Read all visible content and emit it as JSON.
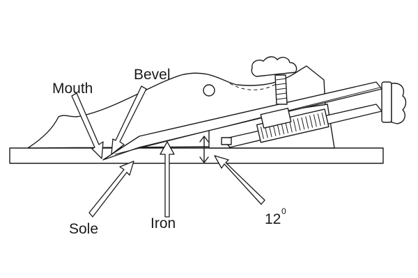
{
  "diagram": {
    "labels": {
      "mouth": "Mouth",
      "bevel": "Bevel",
      "sole": "Sole",
      "iron": "Iron",
      "angle_value": "12",
      "angle_unit": "0"
    }
  }
}
